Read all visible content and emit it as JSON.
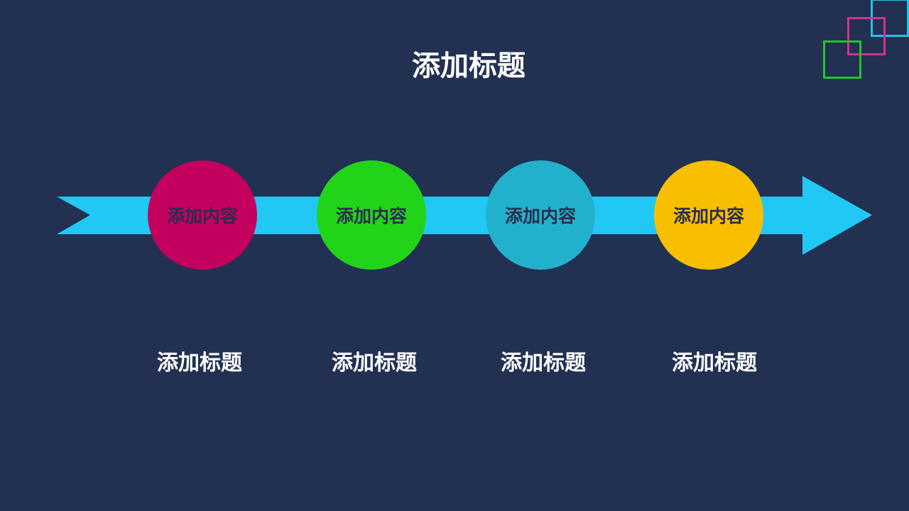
{
  "title": "添加标题",
  "colors": {
    "background": "#223052",
    "arrow": "#22c8f4"
  },
  "steps": [
    {
      "content": "添加内容",
      "title": "添加标题",
      "color": "#c4005f"
    },
    {
      "content": "添加内容",
      "title": "添加标题",
      "color": "#22d419"
    },
    {
      "content": "添加内容",
      "title": "添加标题",
      "color": "#22b1cc"
    },
    {
      "content": "添加内容",
      "title": "添加标题",
      "color": "#f8bf00"
    }
  ]
}
